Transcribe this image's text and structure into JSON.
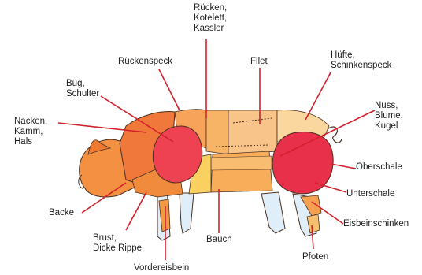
{
  "labels": {
    "ruecken": "Rücken,\nKotelett,\nKassler",
    "rueckenspeck": "Rückenspeck",
    "filet": "Filet",
    "huefte": "Hüfte,\nSchinkenspeck",
    "bug": "Bug,\nSchulter",
    "nuss": "Nuss,\nBlume,\nKugel",
    "nacken": "Nacken,\nKamm,\nHals",
    "oberschale": "Oberschale",
    "unterschale": "Unterschale",
    "eisbein": "Eisbeinschinken",
    "backe": "Backe",
    "brust": "Brust,\nDicke Rippe",
    "bauch": "Bauch",
    "pfoten": "Pfoten",
    "vordereisbein": "Vordereisbein"
  },
  "colors": {
    "leader": "#d4202c",
    "head": "#f08a3c",
    "neck": "#f07a3a",
    "shoulder_red": "#ee4a5a",
    "back": "#f8b86a",
    "back_fat": "#fbd59a",
    "ham_red": "#e8304a",
    "belly": "#f9b45f",
    "leg": "#dcecf7",
    "outline": "#5a2a1a"
  }
}
